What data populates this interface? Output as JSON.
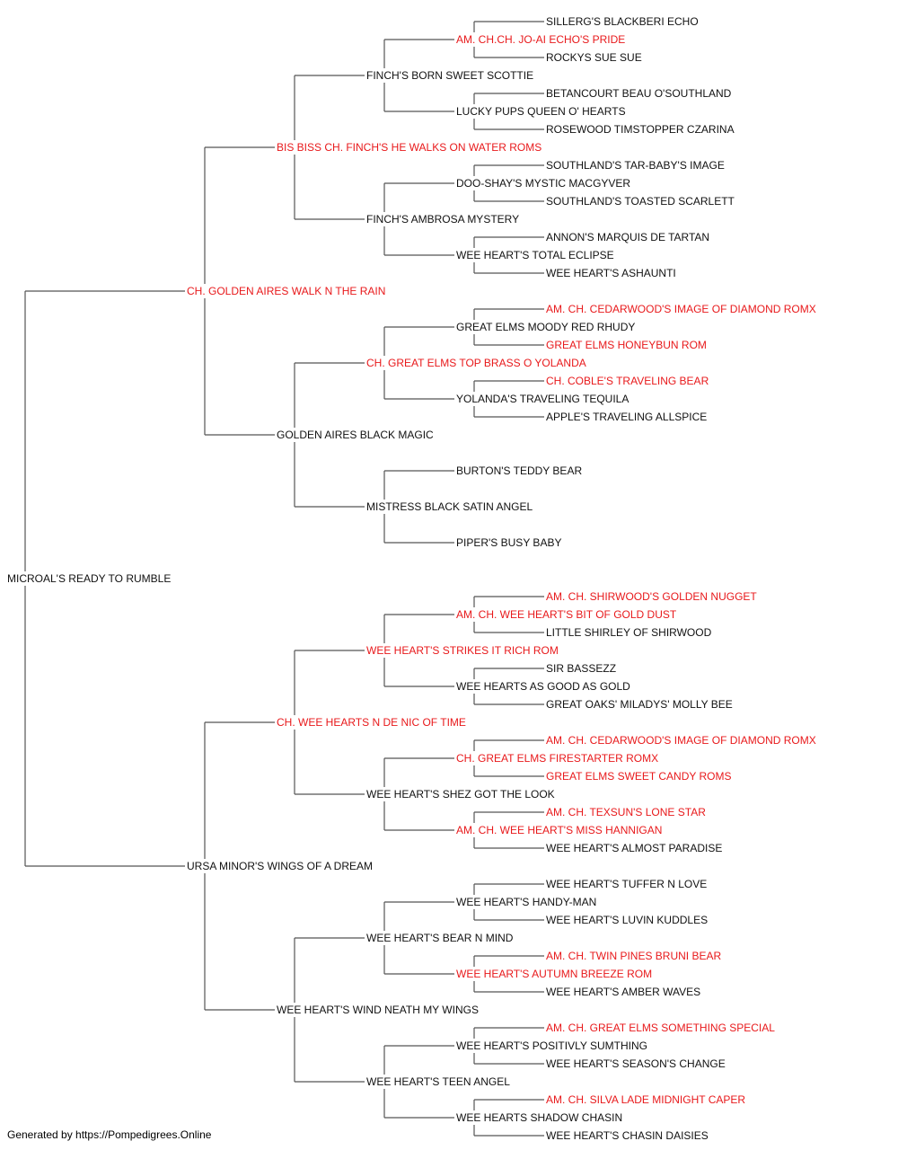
{
  "colors": {
    "title_holder": "#e8191b",
    "normal": "#111111",
    "line": "#555555"
  },
  "subject": {
    "name": "MICROAL'S READY TO RUMBLE",
    "champion": false
  },
  "sire": {
    "name": "CH. GOLDEN AIRES WALK N THE RAIN",
    "champion": true,
    "sire": {
      "name": "BIS BISS CH. FINCH'S HE WALKS ON WATER ROMS",
      "champion": true,
      "sire": {
        "name": "FINCH'S BORN SWEET SCOTTIE",
        "champion": false,
        "sire": {
          "name": "AM. CH.CH. JO-AI ECHO'S PRIDE",
          "champion": true,
          "sire": {
            "name": "SILLERG'S BLACKBERI ECHO",
            "champion": false
          },
          "dam": {
            "name": "ROCKYS SUE SUE",
            "champion": false
          }
        },
        "dam": {
          "name": "LUCKY PUPS QUEEN O' HEARTS",
          "champion": false,
          "sire": {
            "name": "BETANCOURT BEAU O'SOUTHLAND",
            "champion": false
          },
          "dam": {
            "name": "ROSEWOOD TIMSTOPPER CZARINA",
            "champion": false
          }
        }
      },
      "dam": {
        "name": "FINCH'S AMBROSA MYSTERY",
        "champion": false,
        "sire": {
          "name": "DOO-SHAY'S MYSTIC MACGYVER",
          "champion": false,
          "sire": {
            "name": "SOUTHLAND'S TAR-BABY'S IMAGE",
            "champion": false
          },
          "dam": {
            "name": "SOUTHLAND'S TOASTED SCARLETT",
            "champion": false
          }
        },
        "dam": {
          "name": "WEE HEART'S TOTAL ECLIPSE",
          "champion": false,
          "sire": {
            "name": "ANNON'S MARQUIS DE TARTAN",
            "champion": false
          },
          "dam": {
            "name": "WEE HEART'S ASHAUNTI",
            "champion": false
          }
        }
      }
    },
    "dam": {
      "name": "GOLDEN AIRES BLACK MAGIC",
      "champion": false,
      "sire": {
        "name": "CH. GREAT ELMS TOP BRASS O YOLANDA",
        "champion": true,
        "sire": {
          "name": "GREAT ELMS MOODY RED RHUDY",
          "champion": false,
          "sire": {
            "name": "AM. CH. CEDARWOOD'S IMAGE OF DIAMOND ROMX",
            "champion": true
          },
          "dam": {
            "name": "GREAT ELMS HONEYBUN ROM",
            "champion": true
          }
        },
        "dam": {
          "name": "YOLANDA'S TRAVELING TEQUILA",
          "champion": false,
          "sire": {
            "name": "CH. COBLE'S TRAVELING BEAR",
            "champion": true
          },
          "dam": {
            "name": "APPLE'S TRAVELING ALLSPICE",
            "champion": false
          }
        }
      },
      "dam": {
        "name": "MISTRESS BLACK SATIN ANGEL",
        "champion": false,
        "sire": {
          "name": "BURTON'S TEDDY BEAR",
          "champion": false
        },
        "dam": {
          "name": "PIPER'S BUSY BABY",
          "champion": false
        }
      }
    }
  },
  "dam": {
    "name": "URSA MINOR'S WINGS OF A DREAM",
    "champion": false,
    "sire": {
      "name": "CH. WEE HEARTS N DE NIC OF TIME",
      "champion": true,
      "sire": {
        "name": "WEE HEART'S STRIKES IT RICH ROM",
        "champion": true,
        "sire": {
          "name": "AM. CH. WEE HEART'S BIT OF GOLD DUST",
          "champion": true,
          "sire": {
            "name": "AM. CH. SHIRWOOD'S GOLDEN NUGGET",
            "champion": true
          },
          "dam": {
            "name": "LITTLE SHIRLEY OF SHIRWOOD",
            "champion": false
          }
        },
        "dam": {
          "name": "WEE HEARTS AS GOOD AS GOLD",
          "champion": false,
          "sire": {
            "name": "SIR BASSEZZ",
            "champion": false
          },
          "dam": {
            "name": "GREAT OAKS' MILADYS' MOLLY BEE",
            "champion": false
          }
        }
      },
      "dam": {
        "name": "WEE HEART'S SHEZ GOT THE LOOK",
        "champion": false,
        "sire": {
          "name": "CH. GREAT ELMS FIRESTARTER ROMX",
          "champion": true,
          "sire": {
            "name": "AM. CH. CEDARWOOD'S IMAGE OF DIAMOND ROMX",
            "champion": true
          },
          "dam": {
            "name": "GREAT ELMS SWEET CANDY ROMS",
            "champion": true
          }
        },
        "dam": {
          "name": "AM. CH. WEE HEART'S MISS HANNIGAN",
          "champion": true,
          "sire": {
            "name": "AM. CH. TEXSUN'S LONE STAR",
            "champion": true
          },
          "dam": {
            "name": "WEE HEART'S ALMOST PARADISE",
            "champion": false
          }
        }
      }
    },
    "dam": {
      "name": "WEE HEART'S WIND NEATH MY WINGS",
      "champion": false,
      "sire": {
        "name": "WEE HEART'S BEAR N MIND",
        "champion": false,
        "sire": {
          "name": "WEE HEART'S HANDY-MAN",
          "champion": false,
          "sire": {
            "name": "WEE HEART'S TUFFER N LOVE",
            "champion": false
          },
          "dam": {
            "name": "WEE HEART'S LUVIN KUDDLES",
            "champion": false
          }
        },
        "dam": {
          "name": "WEE HEART'S AUTUMN BREEZE ROM",
          "champion": true,
          "sire": {
            "name": "AM. CH. TWIN PINES BRUNI BEAR",
            "champion": true
          },
          "dam": {
            "name": "WEE HEART'S AMBER WAVES",
            "champion": false
          }
        }
      },
      "dam": {
        "name": "WEE HEART'S TEEN ANGEL",
        "champion": false,
        "sire": {
          "name": "WEE HEART'S POSITIVLY SUMTHING",
          "champion": false,
          "sire": {
            "name": "AM. CH. GREAT ELMS SOMETHING SPECIAL",
            "champion": true
          },
          "dam": {
            "name": "WEE HEART'S SEASON'S CHANGE",
            "champion": false
          }
        },
        "dam": {
          "name": "WEE HEARTS SHADOW CHASIN",
          "champion": false,
          "sire": {
            "name": "AM. CH. SILVA LADE MIDNIGHT CAPER",
            "champion": true
          },
          "dam": {
            "name": "WEE HEART'S CHASIN DAISIES",
            "champion": false
          }
        }
      }
    }
  },
  "footer": {
    "text": "Generated by https://Pompedigrees.Online"
  }
}
